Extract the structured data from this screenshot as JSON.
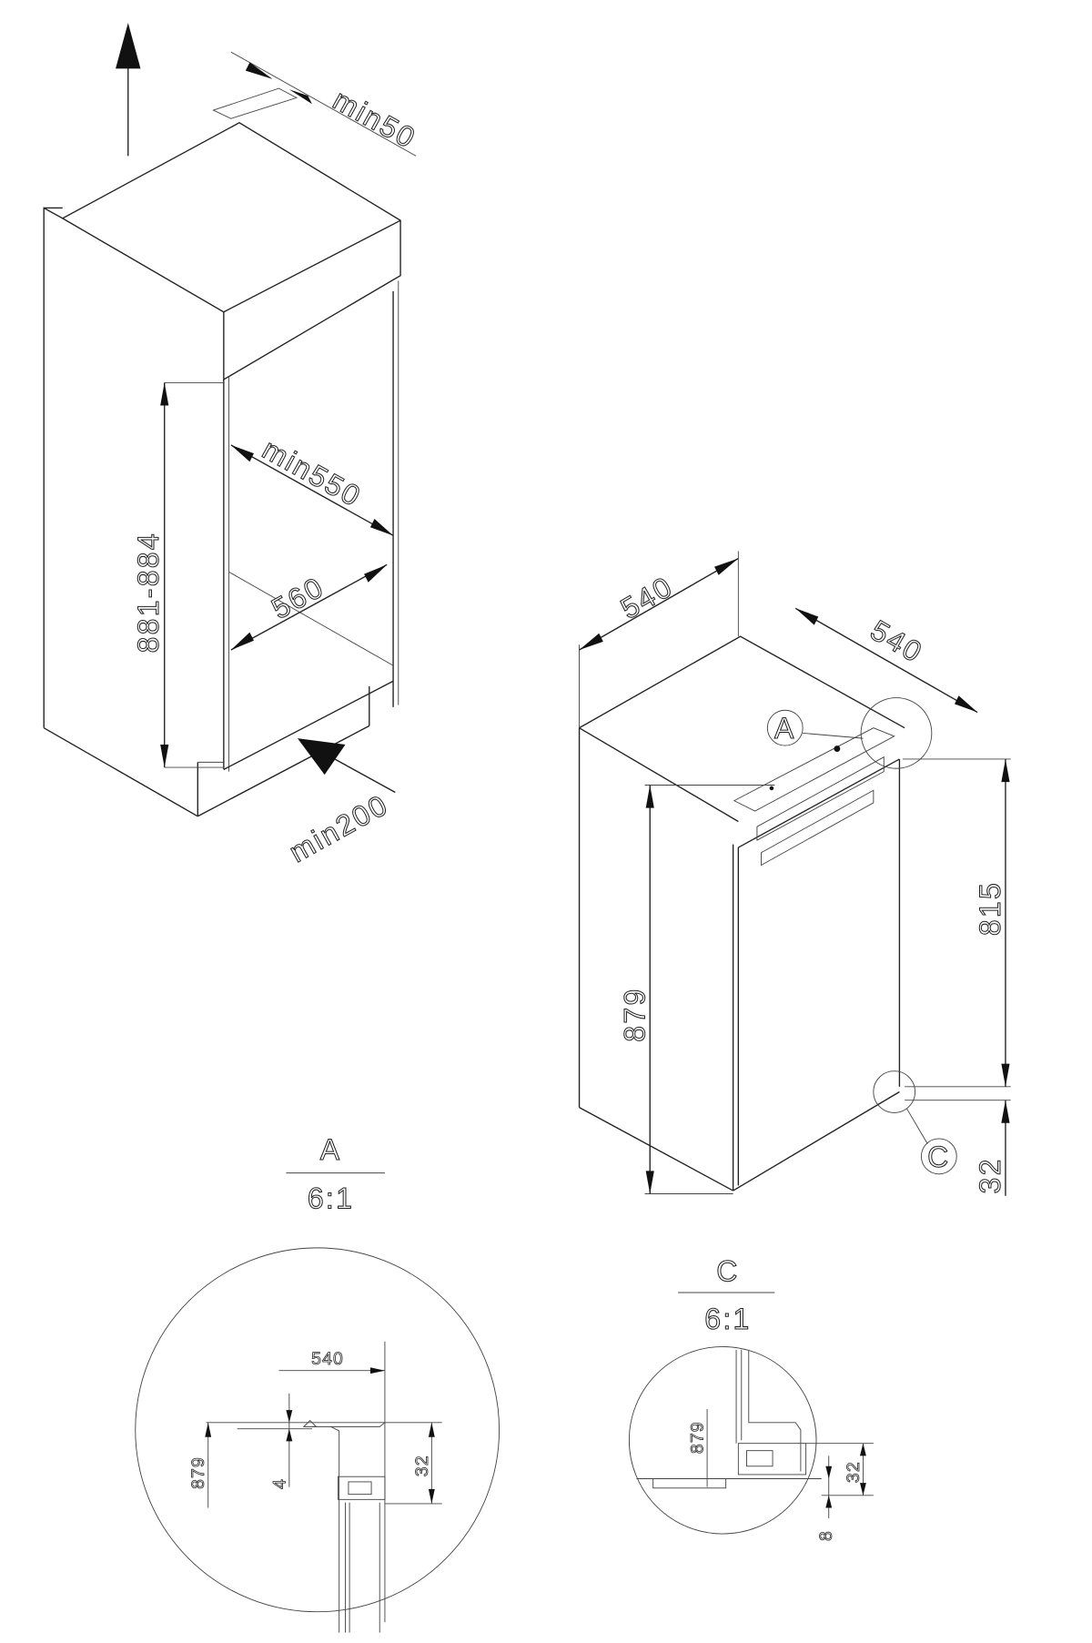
{
  "cabinet": {
    "top_clearance": "min50",
    "niche_height": "881-884",
    "niche_depth": "min550",
    "niche_width": "560",
    "vent_opening": "min200"
  },
  "appliance": {
    "width": "540",
    "depth": "540",
    "height": "879",
    "door_height": "815",
    "plinth_height": "32",
    "callout_a": "A",
    "callout_c": "C"
  },
  "detail_a": {
    "label": "A",
    "scale": "6:1",
    "width": "540",
    "height": "879",
    "gap": "4",
    "offset": "32"
  },
  "detail_c": {
    "label": "C",
    "scale": "6:1",
    "height": "879",
    "offset": "32",
    "gap": "8"
  }
}
